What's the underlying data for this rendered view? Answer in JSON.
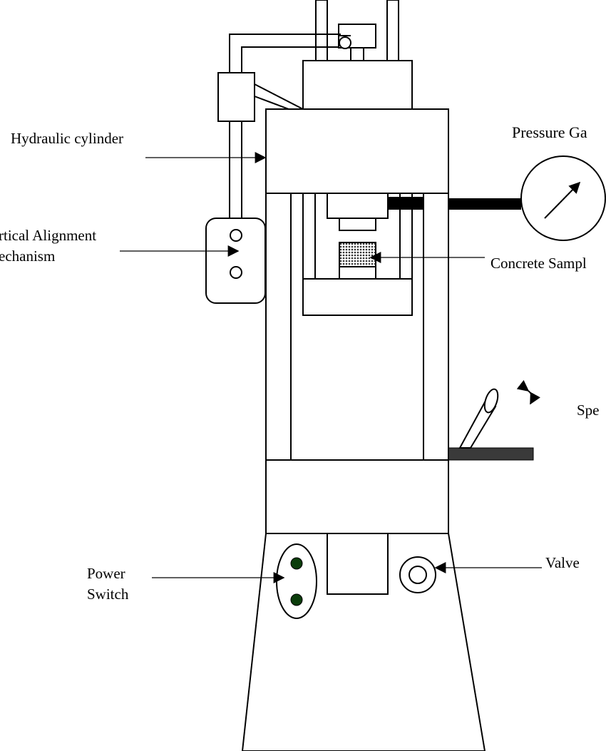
{
  "labels": {
    "hydraulic_cylinder": "Hydraulic cylinder",
    "vertical_alignment_line1": "rtical Alignment",
    "vertical_alignment_line2": "echanism",
    "pressure_gauge": "Pressure Ga",
    "concrete_sample": "Concrete Sampl",
    "speed": "Spe",
    "power_switch_line1": "Power",
    "power_switch_line2": "Switch",
    "valve": "Valve"
  },
  "colors": {
    "line": "#000000",
    "background": "#ffffff",
    "switch_button": "#0b3d0b",
    "lever_bar": "#3a3a3a",
    "sample_fill": "#444444"
  }
}
